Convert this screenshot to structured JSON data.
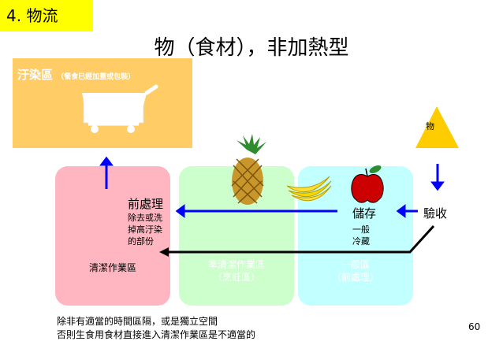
{
  "section": "4.  物流",
  "title": "物（食材），非加熱型",
  "contaminated_area": {
    "label": "汙染區",
    "sub_label": "（餐食已經加蓋或包裝）"
  },
  "source": {
    "label": "物"
  },
  "zones": {
    "clean": {
      "label": "清潔作業區"
    },
    "semi_clean": {
      "line1": "準清潔作業區",
      "line2": "（烹飪區）"
    },
    "general": {
      "line1": "一般區",
      "line2": "（前處理）"
    }
  },
  "steps": {
    "inspection": {
      "label": "驗收"
    },
    "storage": {
      "label": "儲存",
      "details": [
        "一般",
        "冷藏"
      ]
    },
    "preprocessing": {
      "label": "前處理",
      "details": [
        "除去或洗",
        "掉高汙染",
        "的部份"
      ]
    }
  },
  "note": [
    "除非有適當的時間區隔，或是獨立空間",
    "否則生食用食材直接進入清潔作業區是不適當的"
  ],
  "page_number": "60",
  "colors": {
    "section_bg": "#ffff00",
    "contaminated_bg": "#ffcc66",
    "clean_zone": "#ffb6c1",
    "semi_clean_zone": "#ccffcc",
    "general_zone": "#c2ffff",
    "arrow": "#0000ff",
    "return_line": "#000000",
    "source_triangle": "#ffcc00"
  }
}
